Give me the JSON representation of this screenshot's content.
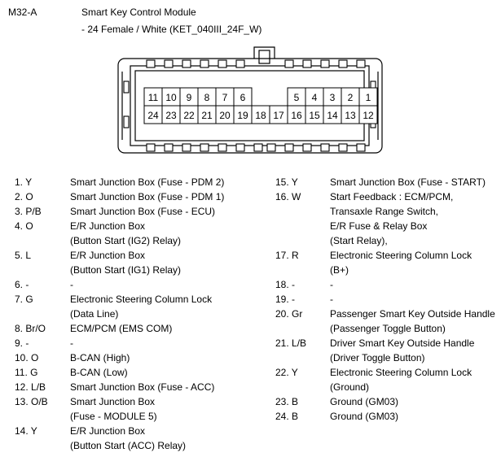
{
  "connector_id": "M32-A",
  "module_name": "Smart Key Control Module",
  "module_spec": "- 24 Female / White (KET_040III_24F_W)",
  "connector": {
    "top_row": [
      {
        "pin": "11",
        "present": true
      },
      {
        "pin": "10",
        "present": true
      },
      {
        "pin": "9",
        "present": true
      },
      {
        "pin": "8",
        "present": true
      },
      {
        "pin": "7",
        "present": true
      },
      {
        "pin": "6",
        "present": true
      },
      {
        "pin": "",
        "present": false
      },
      {
        "pin": "",
        "present": false
      },
      {
        "pin": "5",
        "present": true
      },
      {
        "pin": "4",
        "present": true
      },
      {
        "pin": "3",
        "present": true
      },
      {
        "pin": "2",
        "present": true
      },
      {
        "pin": "1",
        "present": true
      }
    ],
    "bottom_row": [
      "24",
      "23",
      "22",
      "21",
      "20",
      "19",
      "18",
      "17",
      "16",
      "15",
      "14",
      "13",
      "12"
    ]
  },
  "pins_left": [
    {
      "pin": "1. Y",
      "lines": [
        "Smart Junction Box (Fuse - PDM 2)"
      ]
    },
    {
      "pin": "2. O",
      "lines": [
        "Smart Junction Box (Fuse - PDM 1)"
      ]
    },
    {
      "pin": "3. P/B",
      "lines": [
        "Smart Junction Box (Fuse - ECU)"
      ]
    },
    {
      "pin": "4. O",
      "lines": [
        "E/R Junction Box",
        "(Button Start (IG2) Relay)"
      ]
    },
    {
      "pin": "5. L",
      "lines": [
        "E/R Junction Box",
        "(Button Start (IG1) Relay)"
      ]
    },
    {
      "pin": "6. -",
      "lines": [
        "-"
      ]
    },
    {
      "pin": "7. G",
      "lines": [
        "Electronic Steering Column Lock",
        "(Data Line)"
      ]
    },
    {
      "pin": "8. Br/O",
      "lines": [
        "ECM/PCM (EMS COM)"
      ]
    },
    {
      "pin": "9. -",
      "lines": [
        "-"
      ]
    },
    {
      "pin": "10. O",
      "lines": [
        "B-CAN (High)"
      ]
    },
    {
      "pin": "11. G",
      "lines": [
        "B-CAN (Low)"
      ]
    },
    {
      "pin": "12. L/B",
      "lines": [
        "Smart Junction Box (Fuse - ACC)"
      ]
    },
    {
      "pin": "13. O/B",
      "lines": [
        "Smart Junction Box",
        "(Fuse - MODULE 5)"
      ]
    },
    {
      "pin": "14. Y",
      "lines": [
        "E/R Junction Box",
        "(Button Start (ACC) Relay)"
      ]
    }
  ],
  "pins_right": [
    {
      "pin": "15. Y",
      "lines": [
        "Smart Junction Box (Fuse - START)"
      ]
    },
    {
      "pin": "16. W",
      "lines": [
        "Start Feedback : ECM/PCM,",
        "Transaxle Range Switch,",
        "E/R Fuse & Relay Box",
        "(Start Relay),"
      ]
    },
    {
      "pin": "17. R",
      "lines": [
        "Electronic Steering Column Lock",
        "(B+)"
      ]
    },
    {
      "pin": "18. -",
      "lines": [
        "-"
      ]
    },
    {
      "pin": "19. -",
      "lines": [
        "-"
      ]
    },
    {
      "pin": "20. Gr",
      "lines": [
        "Passenger Smart Key Outside Handle",
        "(Passenger Toggle Button)"
      ]
    },
    {
      "pin": "21. L/B",
      "lines": [
        "Driver Smart Key Outside Handle",
        "(Driver Toggle Button)"
      ]
    },
    {
      "pin": "22. Y",
      "lines": [
        "Electronic Steering Column Lock",
        "(Ground)"
      ]
    },
    {
      "pin": "23. B",
      "lines": [
        "Ground (GM03)"
      ]
    },
    {
      "pin": "24. B",
      "lines": [
        "Ground (GM03)"
      ]
    }
  ]
}
